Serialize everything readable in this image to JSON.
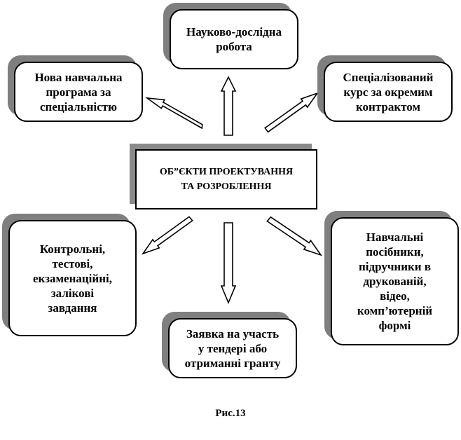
{
  "center": {
    "label": "ОБ”ЄКТИ ПРОЕКТУВАННЯ\nТА РОЗРОБЛЕННЯ"
  },
  "boxes": {
    "research": "Науково-дослідна\nробота",
    "curriculum": "Нова навчальна\nпрограма за\nспеціальністю",
    "special_course": "Спеціалізований\nкурс за окремим\nконтрактом",
    "tests": "Контрольні,\nтестові,\nекзаменаційні,\nзалікові\nзавдання",
    "textbooks": "Навчальні\nпосібники,\nпідручники в\nдрукованій,\nвідео,\nкомп’ютерній\nформі",
    "tender": "Заявка на участь\nу тендері або\nотриманні гранту"
  },
  "caption": "Рис.13"
}
